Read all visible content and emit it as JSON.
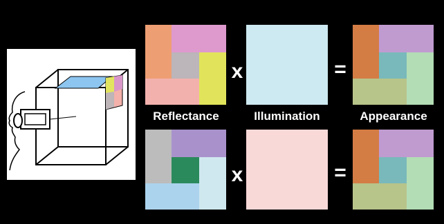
{
  "labels": {
    "reflectance": "Reflectance",
    "illumination": "Illumination",
    "appearance": "Appearance"
  },
  "operators": {
    "times": "x",
    "equals": "="
  },
  "colors": {
    "background": "#000000",
    "illumination_top": "#cde9f1",
    "illumination_bottom": "#f8d9d8",
    "top_reflectance": {
      "orange": "#ee9e73",
      "pink": "#de99cd",
      "gray": "#bcb5b9",
      "yellow": "#e1e45b",
      "salmon": "#f3b1ad"
    },
    "top_appearance": {
      "orange": "#d37c44",
      "purple": "#c09bd0",
      "teal": "#79b9bb",
      "green": "#b3ddb5",
      "olive": "#b7c48a"
    },
    "bottom_reflectance": {
      "gray": "#bcbcbc",
      "purple": "#a992cb",
      "green": "#2b8a5c",
      "lightcyan": "#cfe8ef",
      "skyblue": "#acd3ee"
    },
    "bottom_appearance": {
      "orange": "#d37c44",
      "purple": "#c09bd0",
      "teal": "#79b9bb",
      "green": "#b3ddb5",
      "olive": "#b7c48a"
    }
  }
}
